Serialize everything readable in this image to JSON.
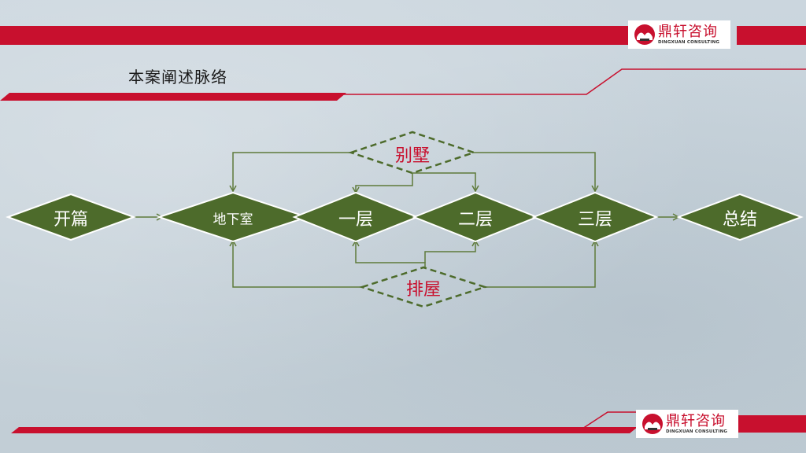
{
  "title": "本案阐述脉络",
  "logo": {
    "cn": "鼎轩咨询",
    "en": "DINGXUAN CONSULTING"
  },
  "colors": {
    "accent_red": "#c8102e",
    "node_fill": "#4d6b2b",
    "node_stroke": "#ffffff",
    "connector": "#5e7a3a"
  },
  "flow": {
    "start": "开篇",
    "basement": "地下室",
    "floor1": "一层",
    "floor2": "二层",
    "floor3": "三层",
    "end": "总结"
  },
  "options": {
    "villa": "别墅",
    "townhouse": "排屋"
  }
}
